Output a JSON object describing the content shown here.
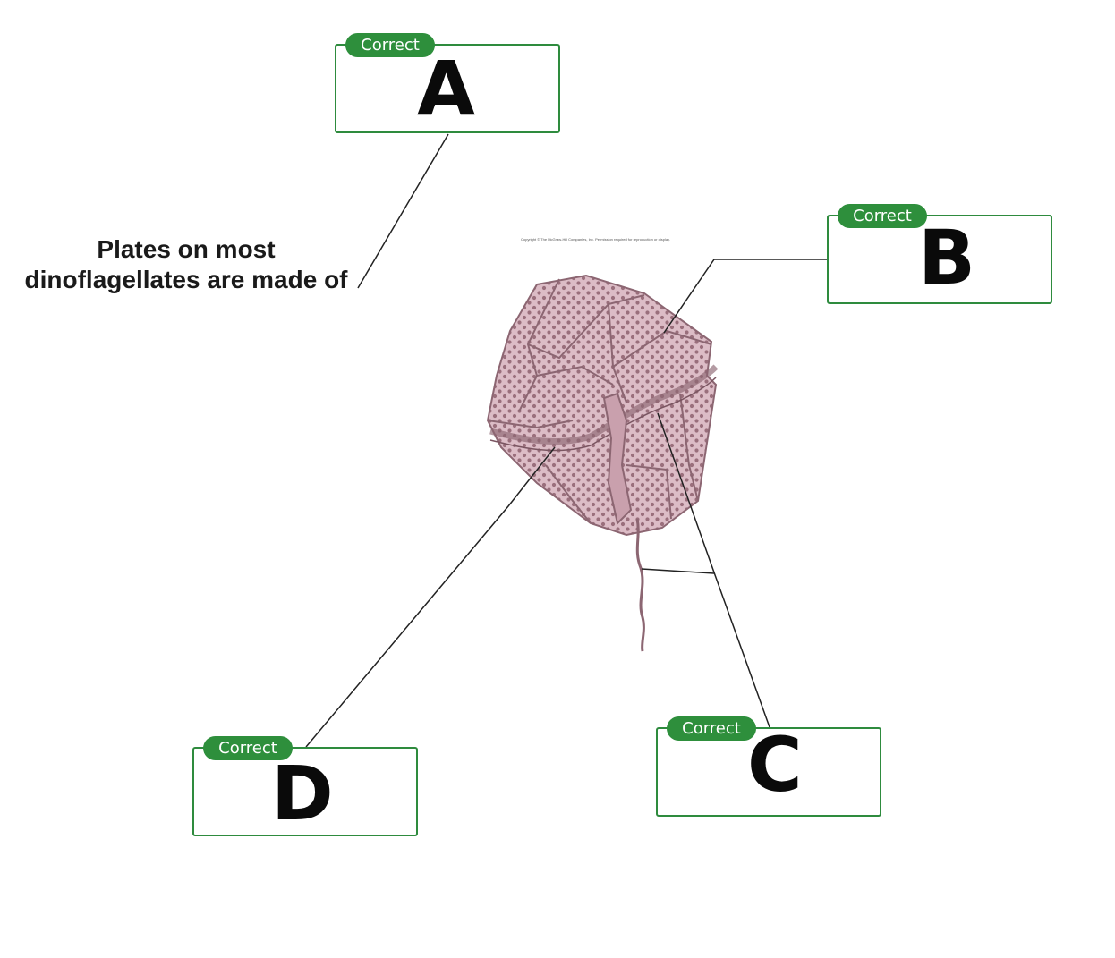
{
  "question": {
    "text": "Plates on most dinoflagellates are made of"
  },
  "figure": {
    "copyright": "Copyright © The McGraw-Hill Companies, Inc. Permission required for reproduction or display."
  },
  "labels": [
    {
      "id": "A",
      "badge": "Correct",
      "answer": "A"
    },
    {
      "id": "B",
      "badge": "Correct",
      "answer": "B"
    },
    {
      "id": "C",
      "badge": "Correct",
      "answer": "C"
    },
    {
      "id": "D",
      "badge": "Correct",
      "answer": "D"
    }
  ],
  "colors": {
    "correct_badge": "#2e8f3c",
    "box_border": "#2e8b3e",
    "cell_fill": "#dcbcc6",
    "cell_dots": "#9a6f7c",
    "cell_outline": "#8c6672"
  }
}
